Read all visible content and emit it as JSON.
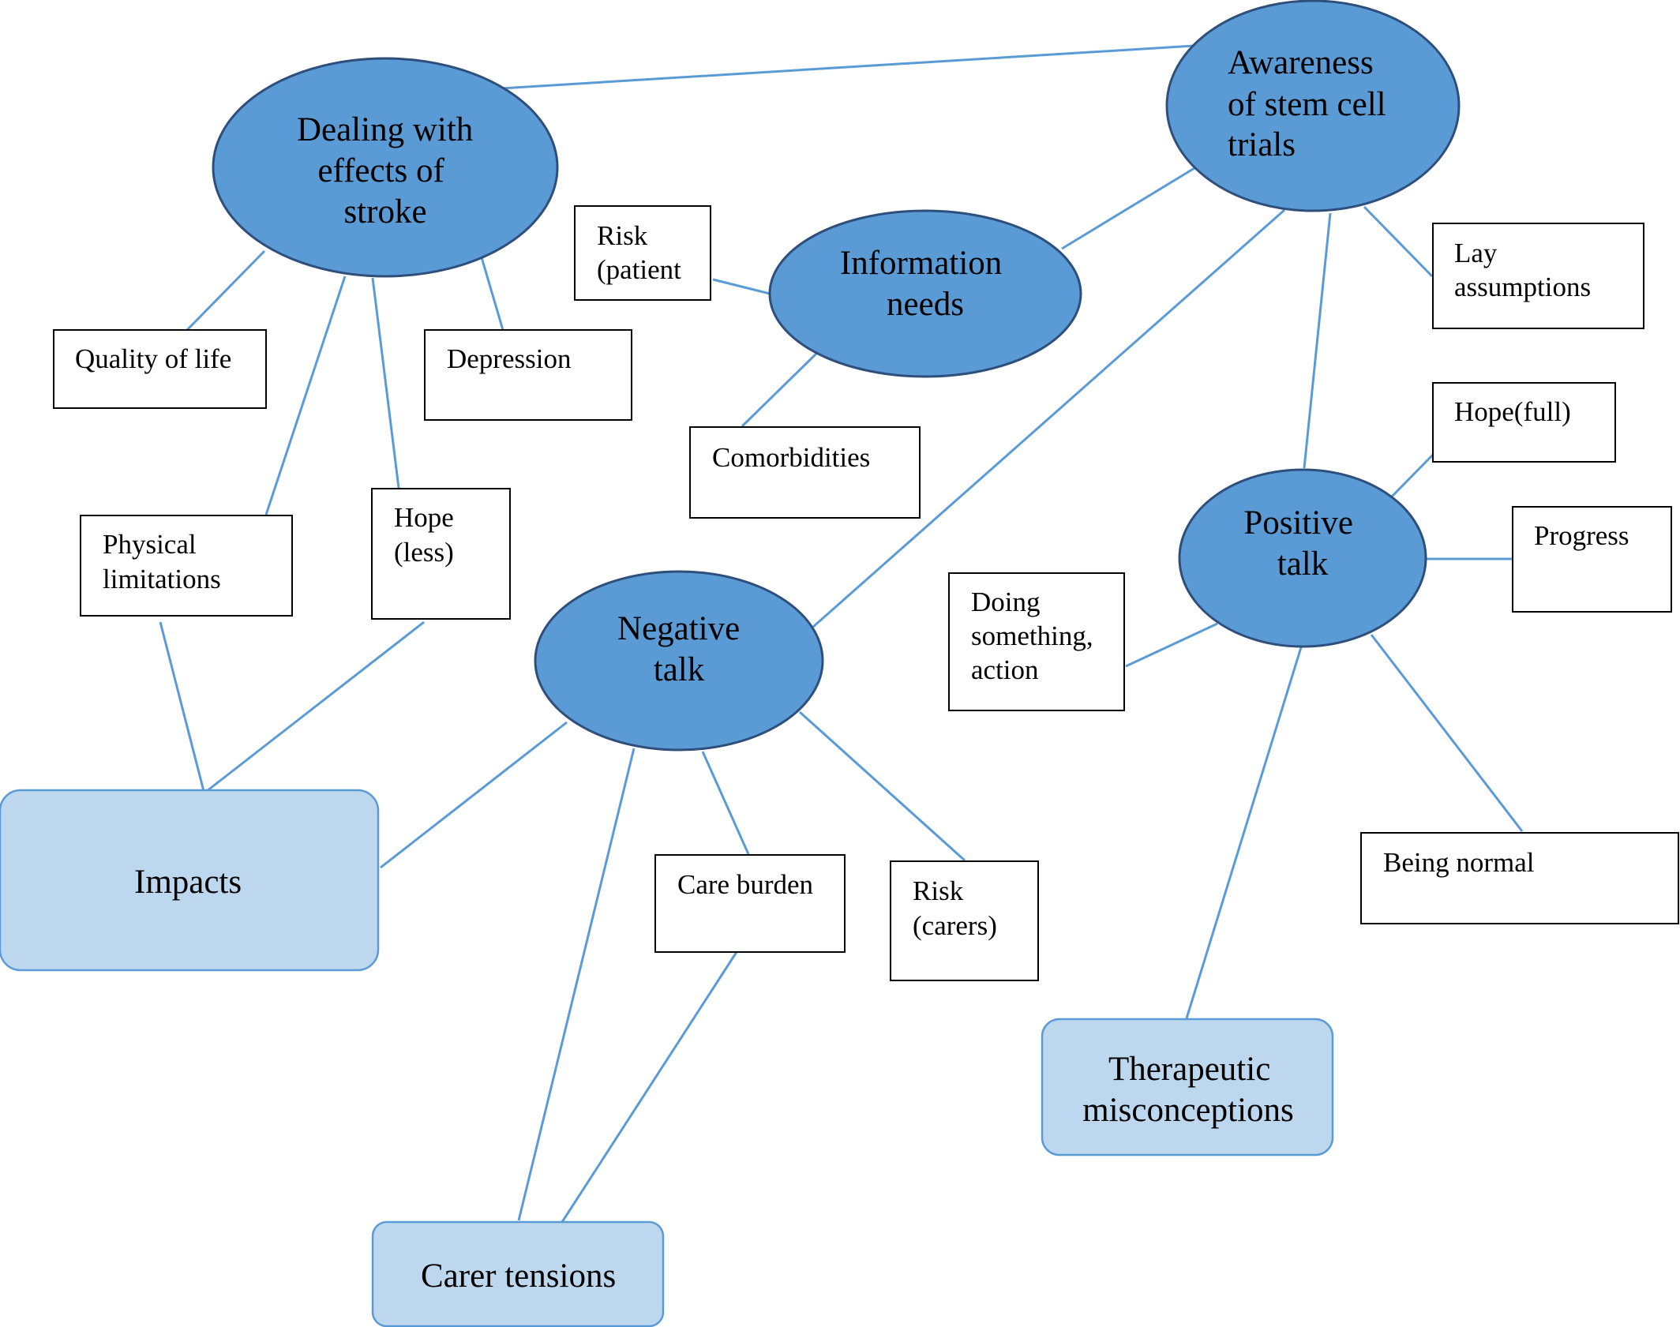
{
  "colors": {
    "ellipse_fill": "#5b9bd5",
    "ellipse_stroke": "#2e4f7c",
    "theme_fill": "#bdd7ee",
    "theme_stroke": "#5b9bd5",
    "connector": "#5b9bd5",
    "box_stroke": "#000000"
  },
  "ellipses": {
    "dealing": [
      "Dealing with",
      "effects of",
      "stroke"
    ],
    "awareness": [
      "Awareness",
      "of stem cell",
      "trials"
    ],
    "information": [
      "Information",
      "needs"
    ],
    "negative": [
      "Negative",
      "talk"
    ],
    "positive": [
      "Positive",
      "talk"
    ]
  },
  "boxes": {
    "quality_of_life": [
      "Quality of life"
    ],
    "depression": [
      "Depression"
    ],
    "risk_patient": [
      "Risk",
      "(patient"
    ],
    "comorbidities": [
      "Comorbidities"
    ],
    "lay_assumptions": [
      "Lay",
      "assumptions"
    ],
    "hope_full": [
      "Hope(full)"
    ],
    "progress": [
      "Progress"
    ],
    "physical_limitations": [
      "Physical",
      "limitations"
    ],
    "hope_less": [
      "Hope",
      "(less)"
    ],
    "doing_something": [
      "Doing",
      "something,",
      "action"
    ],
    "care_burden": [
      "Care burden"
    ],
    "risk_carers": [
      "Risk",
      "(carers)"
    ],
    "being_normal": [
      "Being normal"
    ]
  },
  "themes": {
    "impacts": [
      "Impacts"
    ],
    "carer_tensions": [
      "Carer tensions"
    ],
    "therapeutic_misconceptions": [
      "Therapeutic",
      "misconceptions"
    ]
  }
}
